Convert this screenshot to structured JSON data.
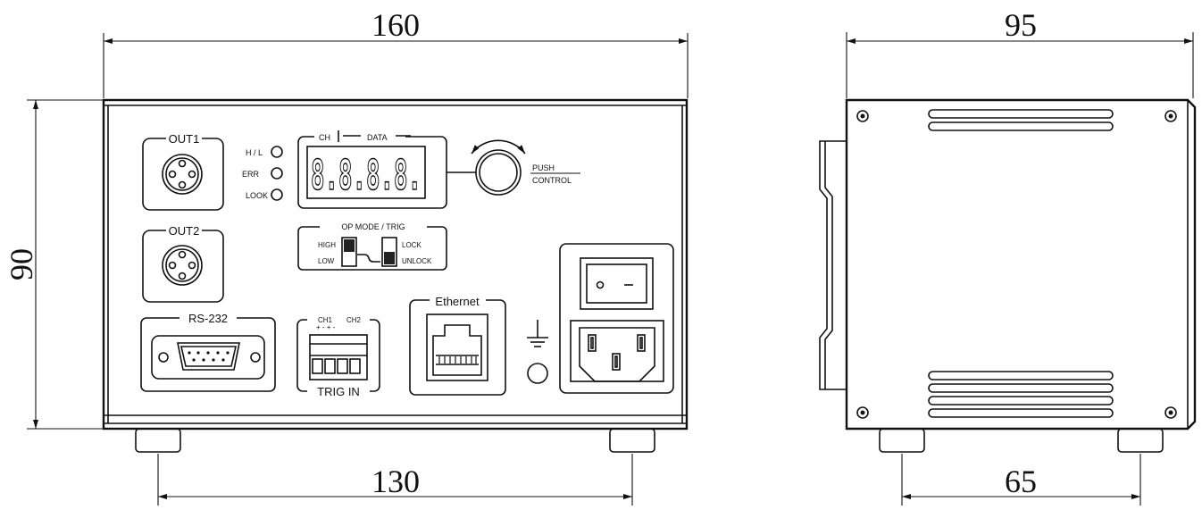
{
  "dimensions": {
    "front_width": "160",
    "front_height": "90",
    "foot_spacing_front": "130",
    "side_depth": "95",
    "foot_spacing_side": "65"
  },
  "front_panel": {
    "out1": "OUT1",
    "out2": "OUT2",
    "leds": [
      "H / L",
      "ERR",
      "LOOK"
    ],
    "display": {
      "ch_label": "CH",
      "data_label": "DATA",
      "digits": "8.8.8.8."
    },
    "knob": {
      "line1": "PUSH",
      "line2": "CONTROL"
    },
    "op_mode": {
      "title": "OP MODE  /  TRIG",
      "left_top": "HIGH",
      "left_bottom": "LOW",
      "right_top": "LOCK",
      "right_bottom": "UNLOCK"
    },
    "rs232": "RS-232",
    "trig_in": {
      "label": "TRIG IN",
      "ch1": "CH1",
      "ch2": "CH2",
      "pin_marks": "+  -  +  -"
    },
    "ethernet": "Ethernet"
  },
  "icons": [
    "ground-icon",
    "power-switch-icon",
    "iec-power-inlet-icon",
    "rotate-arrow-icon"
  ]
}
